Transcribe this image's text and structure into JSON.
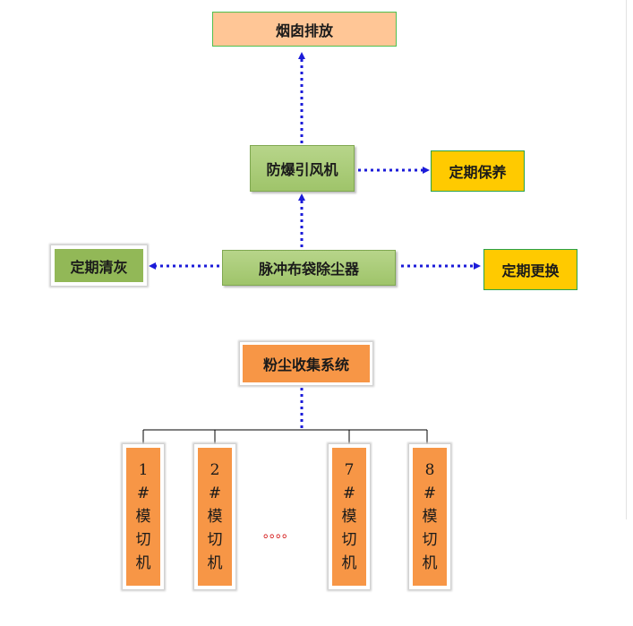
{
  "nodes": {
    "chimney": "烟囱排放",
    "fan": "防爆引风机",
    "maintenance": "定期保养",
    "dust_filter": "脉冲布袋除尘器",
    "clean_ash": "定期清灰",
    "replace": "定期更换",
    "dust_collection": "粉尘收集系统"
  },
  "machines": [
    {
      "num": "1",
      "hash": "#",
      "c1": "模",
      "c2": "切",
      "c3": "机"
    },
    {
      "num": "2",
      "hash": "#",
      "c1": "模",
      "c2": "切",
      "c3": "机"
    },
    {
      "num": "7",
      "hash": "#",
      "c1": "模",
      "c2": "切",
      "c3": "机"
    },
    {
      "num": "8",
      "hash": "#",
      "c1": "模",
      "c2": "切",
      "c3": "机"
    }
  ],
  "ellipsis": "。。。。",
  "colors": {
    "arrow": "#1b1bd9",
    "green_box": "#9fc46a",
    "yellow_box": "#ffca00",
    "orange_box": "#f79646",
    "peach_box": "#ffc696"
  }
}
